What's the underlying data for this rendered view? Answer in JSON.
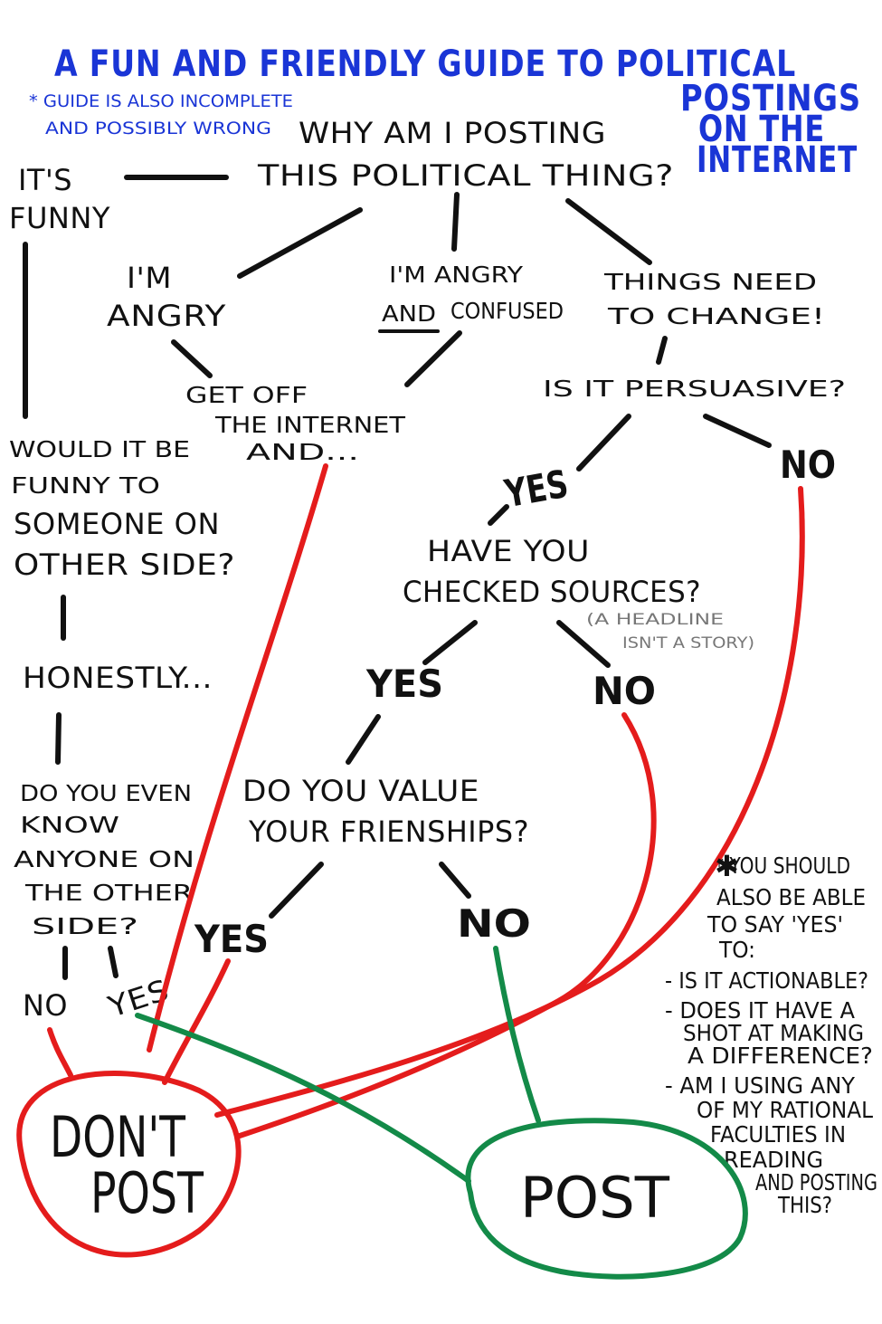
{
  "title": {
    "line1": "A FUN AND FRIENDLY GUIDE TO POLITICAL",
    "line2": "POSTINGS",
    "line3": "ON THE",
    "line4": "INTERNET"
  },
  "disclaimer": {
    "line1": "* GUIDE IS ALSO INCOMPLETE",
    "line2": "AND POSSIBLY WRONG"
  },
  "root": {
    "line1": "WHY AM I POSTING",
    "line2": "THIS POLITICAL THING?"
  },
  "funny": {
    "label_line1": "IT'S",
    "label_line2": "FUNNY",
    "q1": [
      "WOULD IT BE",
      "FUNNY TO",
      "SOMEONE ON",
      "OTHER SIDE?"
    ],
    "honestly": "HONESTLY...",
    "q2": [
      "DO YOU EVEN",
      "KNOW",
      "ANYONE ON",
      "THE OTHER",
      "SIDE?"
    ],
    "no": "NO",
    "yes": "YES"
  },
  "angry": {
    "line1": "I'M",
    "line2": "ANGRY"
  },
  "angry_confused": {
    "line1": "I'M ANGRY",
    "and": "AND",
    "confused": "CONFUSED"
  },
  "get_off": {
    "line1": "GET OFF",
    "line2": "THE INTERNET",
    "line3": "AND..."
  },
  "change": {
    "line1": "THINGS NEED",
    "line2": "TO CHANGE!",
    "question": "IS IT PERSUASIVE?",
    "yes": "YES",
    "no": "NO"
  },
  "sources": {
    "line1": "HAVE YOU",
    "line2": "CHECKED SOURCES?",
    "note_line1": "(A HEADLINE",
    "note_line2": "ISN'T A STORY)",
    "yes": "YES",
    "no": "NO"
  },
  "friendships": {
    "line1": "DO YOU VALUE",
    "line2": "YOUR FRIENSHIPS?",
    "yes": "YES",
    "no": "NO"
  },
  "footnote": [
    "* YOU SHOULD",
    "ALSO BE ABLE",
    "TO SAY 'YES'",
    "TO:",
    "- IS IT ACTIONABLE?",
    "- DOES IT HAVE A",
    "SHOT AT MAKING",
    "A DIFFERENCE?",
    "- AM I USING ANY",
    "OF MY RATIONAL",
    "FACULTIES IN",
    "READING",
    "AND POSTING",
    "THIS?"
  ],
  "outcomes": {
    "dont_line1": "DON'T",
    "dont_line2": "POST",
    "post": "POST"
  },
  "colors": {
    "title_blue": "#1a35d6",
    "ink": "#111111",
    "dont_post_red": "#e41c1c",
    "post_green": "#138a48"
  }
}
